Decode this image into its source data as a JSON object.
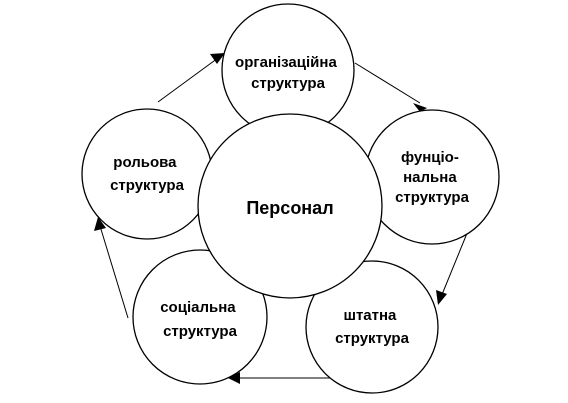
{
  "diagram": {
    "center": {
      "label": "Персонал"
    },
    "nodes": [
      {
        "id": "org",
        "lines": [
          "організаційна",
          "структура"
        ]
      },
      {
        "id": "func",
        "lines": [
          "фунціо-",
          "нальна",
          "структура"
        ]
      },
      {
        "id": "staff",
        "lines": [
          "штатна",
          "структура"
        ]
      },
      {
        "id": "social",
        "lines": [
          "соціальна",
          "структура"
        ]
      },
      {
        "id": "role",
        "lines": [
          "рольова",
          "структура"
        ]
      }
    ],
    "cycle": [
      "org",
      "func",
      "staff",
      "social",
      "role",
      "org"
    ]
  }
}
